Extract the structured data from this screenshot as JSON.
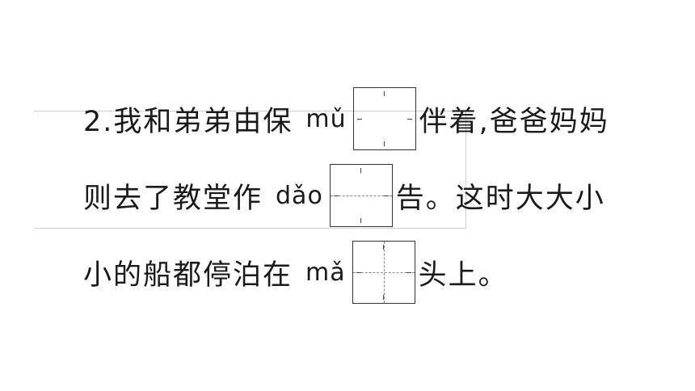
{
  "question": {
    "lines": [
      {
        "before": "2.我和弟弟由保",
        "pinyin": "mǔ",
        "after": "伴着,爸爸妈妈"
      },
      {
        "before": "则去了教堂作",
        "pinyin": "dǎo",
        "after": "告。这时大大小"
      },
      {
        "before": "小的船都停泊在",
        "pinyin": "mǎ",
        "after": "头上。"
      }
    ]
  }
}
